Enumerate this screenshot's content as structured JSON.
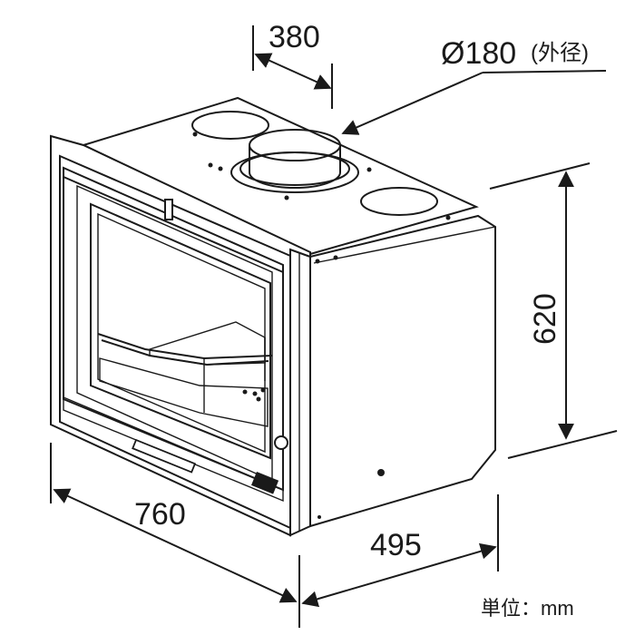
{
  "dimensions": {
    "top_depth": "380",
    "flue_diameter": "Ø180",
    "flue_note": "(外径)",
    "height": "620",
    "width": "760",
    "depth": "495"
  },
  "unit_label": "単位：mm"
}
